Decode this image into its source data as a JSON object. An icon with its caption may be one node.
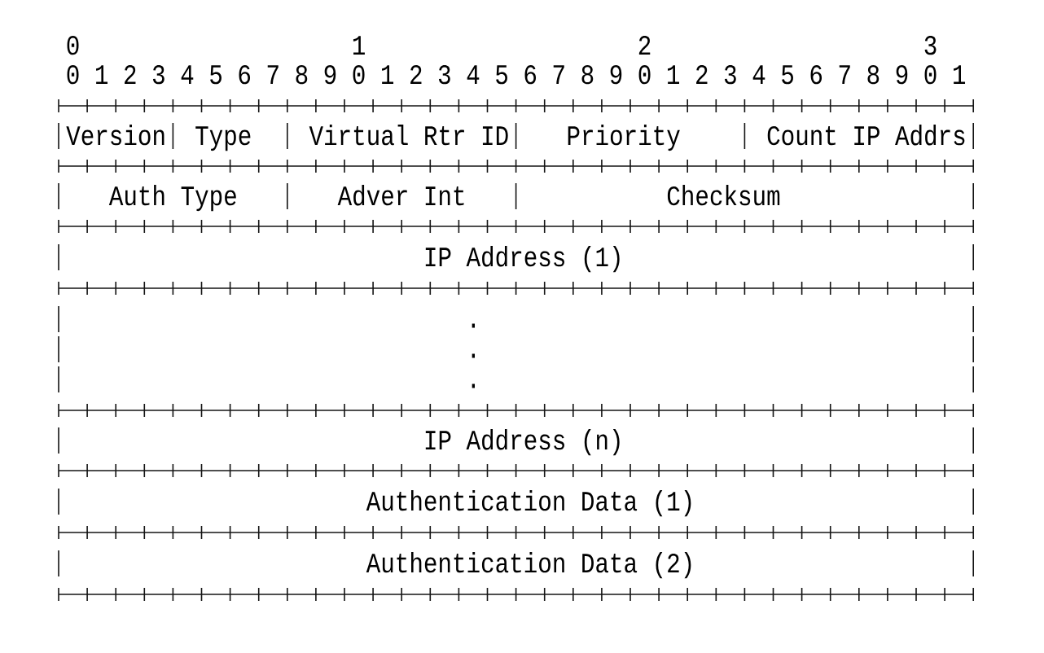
{
  "diagram": {
    "nodes": [
      {
        "text": [
          "Version"
        ]
      },
      {
        "text": [
          "Type"
        ]
      },
      {
        "text": [
          "Virtual Rtr ID"
        ]
      },
      {
        "text": [
          "Priority"
        ]
      },
      {
        "text": [
          "Count IP Addrs"
        ]
      },
      {
        "text": [
          "Auth Type"
        ]
      },
      {
        "text": [
          "Adver Int"
        ]
      },
      {
        "text": [
          "Checksum"
        ]
      },
      {
        "text": [
          "IP Address (1)"
        ]
      },
      {
        "text": [
          ".",
          ".",
          "."
        ]
      },
      {
        "text": [
          "IP Address (n)"
        ]
      },
      {
        "text": [
          "Authentication Data (1)"
        ]
      },
      {
        "text": [
          "Authentication Data (2)"
        ]
      }
    ],
    "labels": [
      "0",
      "1",
      "2",
      "3",
      "0",
      "1",
      "2",
      "3",
      "4",
      "5",
      "6",
      "7",
      "8",
      "9",
      "0",
      "1",
      "2",
      "3",
      "4",
      "5",
      "6",
      "7",
      "8",
      "9",
      "0",
      "1",
      "2",
      "3",
      "4",
      "5",
      "6",
      "7",
      "8",
      "9",
      "0",
      "1"
    ]
  }
}
